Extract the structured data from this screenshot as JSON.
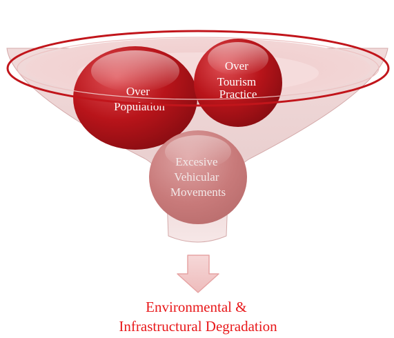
{
  "funnel": {
    "causes": [
      {
        "id": "over-population",
        "lines": [
          "Over",
          "Population"
        ]
      },
      {
        "id": "over-tourism-practice",
        "lines": [
          "Over",
          "Tourism",
          "Practice"
        ]
      },
      {
        "id": "excessive-vehicular-movements",
        "lines": [
          "Excesive",
          "Vehicular",
          "Movements"
        ]
      }
    ]
  },
  "result": {
    "lines": [
      "Environmental &",
      "Infrastructural Degradation"
    ]
  },
  "colors": {
    "funnel_rim": "#c1151b",
    "funnel_tint": "#f4d6d6",
    "ball_red": "#b8141a",
    "ball_faded": "#cf7e7e",
    "arrow_fill": "#f2c9c9",
    "arrow_stroke": "#e6a3a3",
    "result_text": "#e8181a"
  },
  "icons": {
    "arrow": "down-arrow-icon"
  }
}
